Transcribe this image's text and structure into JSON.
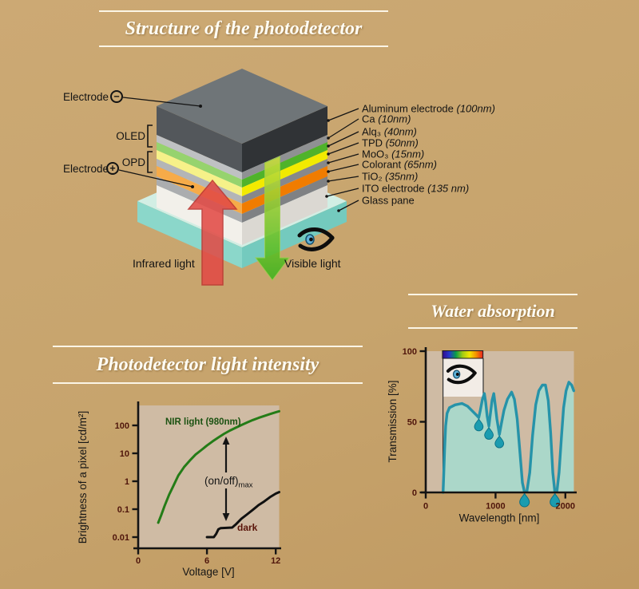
{
  "titles": {
    "structure": "Structure of the photodetector",
    "intensity": "Photodetector light intensity",
    "water": "Water absorption"
  },
  "structure": {
    "electrode_neg": {
      "label": "Electrode",
      "sign": "−"
    },
    "electrode_pos": {
      "label": "Electrode",
      "sign": "+"
    },
    "group_oled": "OLED",
    "group_opd": "OPD",
    "infrared_label": "Infrared light",
    "visible_label": "Visible light",
    "layers": [
      {
        "name": "Aluminum electrode",
        "size": "(100nm)",
        "top": "#6f7578",
        "left": "#53575b",
        "right": "#303336"
      },
      {
        "name": "Ca",
        "size": "(10nm)",
        "left": "#bfc1c3",
        "right": "#8f9193"
      },
      {
        "name": "Alq₃",
        "size": "(40nm)",
        "left": "#96d36e",
        "right": "#4fb32a"
      },
      {
        "name": "TPD",
        "size": "(50nm)",
        "left": "#f6f189",
        "right": "#f2ea00"
      },
      {
        "name": "MoO₃",
        "size": "(15nm)",
        "left": "#b3b5b7",
        "right": "#86888b"
      },
      {
        "name": "Colorant",
        "size": "(65nm)",
        "left": "#f6ab49",
        "right": "#f07c00"
      },
      {
        "name": "TiO₂",
        "size": "(35nm)",
        "left": "#abadaf",
        "right": "#7f8184"
      },
      {
        "name": "ITO electrode",
        "size": "(135 nm)",
        "left": "#f2f0ea",
        "right": "#dbd8d2"
      }
    ],
    "glass": {
      "name": "Glass pane",
      "top": "#d2eee4",
      "left": "#8bd7ca",
      "right": "#74cabe"
    },
    "arrow_colors": {
      "infrared": "#e24a45",
      "visible_top": "#ccdf3a",
      "visible_bottom": "#3cb41e"
    }
  },
  "chart_data": [
    {
      "type": "line",
      "title": "Photodetector light intensity",
      "xlabel": "Voltage [V]",
      "ylabel": "Brightness of a pixel [cd/m²]",
      "yscale": "log",
      "xlim": [
        0,
        12.3
      ],
      "ylim": [
        0.01,
        500
      ],
      "x_ticks": [
        0,
        6,
        12
      ],
      "y_ticks": [
        0.01,
        0.1,
        1,
        10,
        100
      ],
      "grid": false,
      "legend_position": "none",
      "series": [
        {
          "name": "NIR light (980nm)",
          "color": "#247c17",
          "points": [
            [
              1.75,
              0.033
            ],
            [
              2,
              0.06
            ],
            [
              2.3,
              0.13
            ],
            [
              2.7,
              0.33
            ],
            [
              3,
              0.6
            ],
            [
              3.5,
              1.6
            ],
            [
              4,
              3.2
            ],
            [
              4.5,
              5.5
            ],
            [
              5,
              9
            ],
            [
              5.5,
              13
            ],
            [
              6,
              19
            ],
            [
              6.5,
              27
            ],
            [
              7,
              37
            ],
            [
              7.5,
              50
            ],
            [
              8,
              65
            ],
            [
              8.5,
              82
            ],
            [
              9,
              103
            ],
            [
              9.5,
              127
            ],
            [
              10,
              155
            ],
            [
              10.5,
              185
            ],
            [
              11,
              218
            ],
            [
              11.5,
              255
            ],
            [
              12,
              295
            ],
            [
              12.3,
              320
            ]
          ]
        },
        {
          "name": "dark",
          "color": "#101010",
          "points": [
            [
              6,
              0.01
            ],
            [
              6.6,
              0.01
            ],
            [
              6.8,
              0.013
            ],
            [
              7,
              0.019
            ],
            [
              7.2,
              0.021
            ],
            [
              8.2,
              0.022
            ],
            [
              8.5,
              0.028
            ],
            [
              9,
              0.045
            ],
            [
              9.5,
              0.065
            ],
            [
              10,
              0.095
            ],
            [
              10.5,
              0.14
            ],
            [
              11,
              0.19
            ],
            [
              11.5,
              0.27
            ],
            [
              12,
              0.36
            ],
            [
              12.3,
              0.41
            ]
          ]
        }
      ],
      "annotation": {
        "text": "(on/off)",
        "sub": "max"
      }
    },
    {
      "type": "area",
      "title": "Water absorption",
      "xlabel": "Wavelength [nm]",
      "ylabel": "Transmission [%]",
      "xlim": [
        0,
        2120
      ],
      "ylim": [
        0,
        100
      ],
      "x_ticks": [
        0,
        1000,
        2000
      ],
      "y_ticks": [
        0,
        50,
        100
      ],
      "grid": false,
      "line_color": "#2693a9",
      "fill_color": "#abd7c9",
      "droplet_color": "#1b9cb0",
      "points": [
        [
          248,
          0
        ],
        [
          258,
          12
        ],
        [
          270,
          30
        ],
        [
          285,
          47
        ],
        [
          305,
          56
        ],
        [
          340,
          60
        ],
        [
          420,
          62
        ],
        [
          520,
          63
        ],
        [
          600,
          61
        ],
        [
          660,
          58
        ],
        [
          720,
          55
        ],
        [
          760,
          53
        ],
        [
          782,
          58
        ],
        [
          812,
          66
        ],
        [
          840,
          70
        ],
        [
          858,
          64
        ],
        [
          880,
          54
        ],
        [
          905,
          47
        ],
        [
          925,
          55
        ],
        [
          950,
          65
        ],
        [
          975,
          70
        ],
        [
          995,
          62
        ],
        [
          1020,
          52
        ],
        [
          1055,
          41
        ],
        [
          1085,
          49
        ],
        [
          1120,
          58
        ],
        [
          1170,
          66
        ],
        [
          1230,
          71
        ],
        [
          1270,
          66
        ],
        [
          1310,
          52
        ],
        [
          1350,
          28
        ],
        [
          1385,
          7
        ],
        [
          1415,
          0
        ],
        [
          1450,
          1
        ],
        [
          1490,
          14
        ],
        [
          1530,
          40
        ],
        [
          1575,
          62
        ],
        [
          1620,
          72
        ],
        [
          1670,
          76
        ],
        [
          1715,
          76
        ],
        [
          1755,
          65
        ],
        [
          1790,
          42
        ],
        [
          1820,
          14
        ],
        [
          1850,
          0
        ],
        [
          1880,
          1
        ],
        [
          1910,
          14
        ],
        [
          1945,
          40
        ],
        [
          1975,
          60
        ],
        [
          2010,
          72
        ],
        [
          2050,
          78
        ],
        [
          2090,
          76
        ],
        [
          2120,
          72
        ]
      ],
      "droplets_on_curve": [
        [
          760,
          53
        ],
        [
          905,
          47
        ],
        [
          1055,
          41
        ]
      ],
      "droplets_below_axis": [
        1415,
        1850
      ],
      "spectrum_bar": {
        "from_nm": 240,
        "to_nm": 820,
        "colors": [
          "#330b8a",
          "#2436cc",
          "#0a9e46",
          "#a6cc14",
          "#f2e400",
          "#f59000",
          "#e61e1e"
        ]
      }
    }
  ]
}
